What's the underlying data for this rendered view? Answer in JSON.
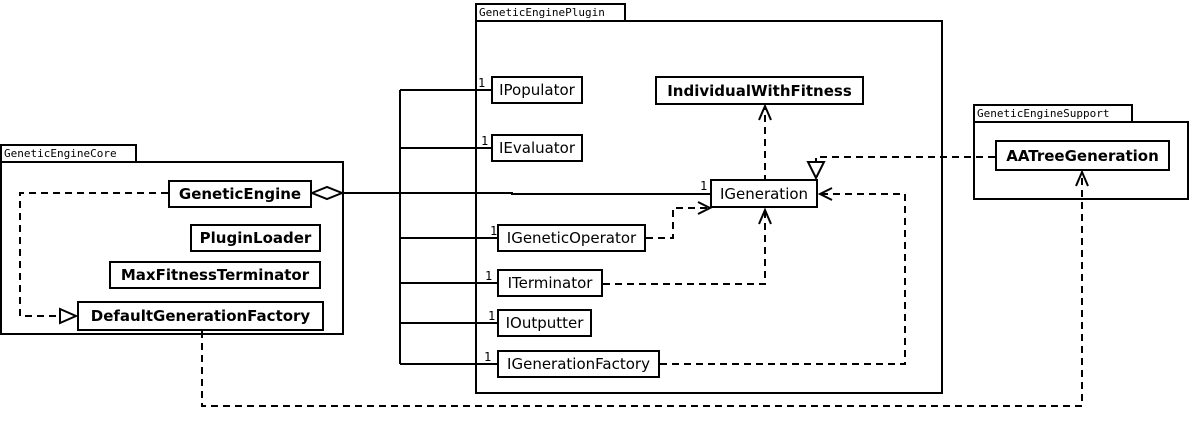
{
  "packages": {
    "core": {
      "name": "GeneticEngineCore"
    },
    "plugin": {
      "name": "GeneticEnginePlugin"
    },
    "support": {
      "name": "GeneticEngineSupport"
    }
  },
  "classes": {
    "genetic_engine": "GeneticEngine",
    "plugin_loader": "PluginLoader",
    "max_fitness_terminator": "MaxFitnessTerminator",
    "default_generation_factory": "DefaultGenerationFactory",
    "individual_with_fitness": "IndividualWithFitness",
    "ipopulator": "IPopulator",
    "ievaluator": "IEvaluator",
    "igeneration": "IGeneration",
    "igenetic_operator": "IGeneticOperator",
    "iterminator": "ITerminator",
    "ioutputter": "IOutputter",
    "igeneration_factory": "IGenerationFactory",
    "aatree_generation": "AATreeGeneration"
  },
  "multiplicities": {
    "ipopulator": "1",
    "ievaluator": "1",
    "igeneration": "1",
    "igenetic_operator": "1",
    "iterminator": "1",
    "ioutputter": "1",
    "igeneration_factory": "1"
  }
}
